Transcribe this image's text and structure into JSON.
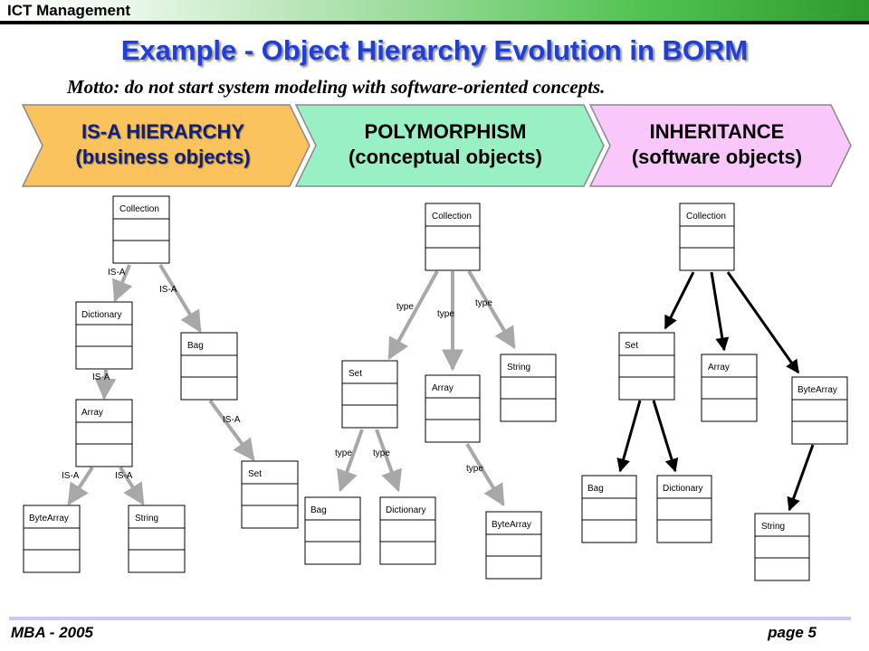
{
  "header": {
    "label": "ICT Management"
  },
  "title": "Example - Object Hierarchy Evolution in BORM",
  "motto": "Motto: do not start system modeling with software-oriented concepts.",
  "banners": [
    {
      "line1": "IS-A HIERARCHY",
      "line2": "(business objects)",
      "color": "#fbc35e"
    },
    {
      "line1": "POLYMORPHISM",
      "line2": "(conceptual objects)",
      "color": "#99f0c4"
    },
    {
      "line1": "INHERITANCE",
      "line2": "(software objects)",
      "color": "#fac7fa"
    }
  ],
  "isa_hierarchy": {
    "classes": [
      "Collection",
      "Dictionary",
      "Bag",
      "Array",
      "Set",
      "ByteArray",
      "String"
    ],
    "relation_label": "IS-A"
  },
  "polymorphism": {
    "classes": [
      "Collection",
      "Set",
      "Array",
      "String",
      "Bag",
      "Dictionary",
      "ByteArray"
    ],
    "relation_label": "type"
  },
  "inheritance": {
    "classes": [
      "Collection",
      "Set",
      "Array",
      "ByteArray",
      "Bag",
      "Dictionary",
      "String"
    ]
  },
  "footer": {
    "left": "MBA - 2005",
    "right": "page 5"
  }
}
